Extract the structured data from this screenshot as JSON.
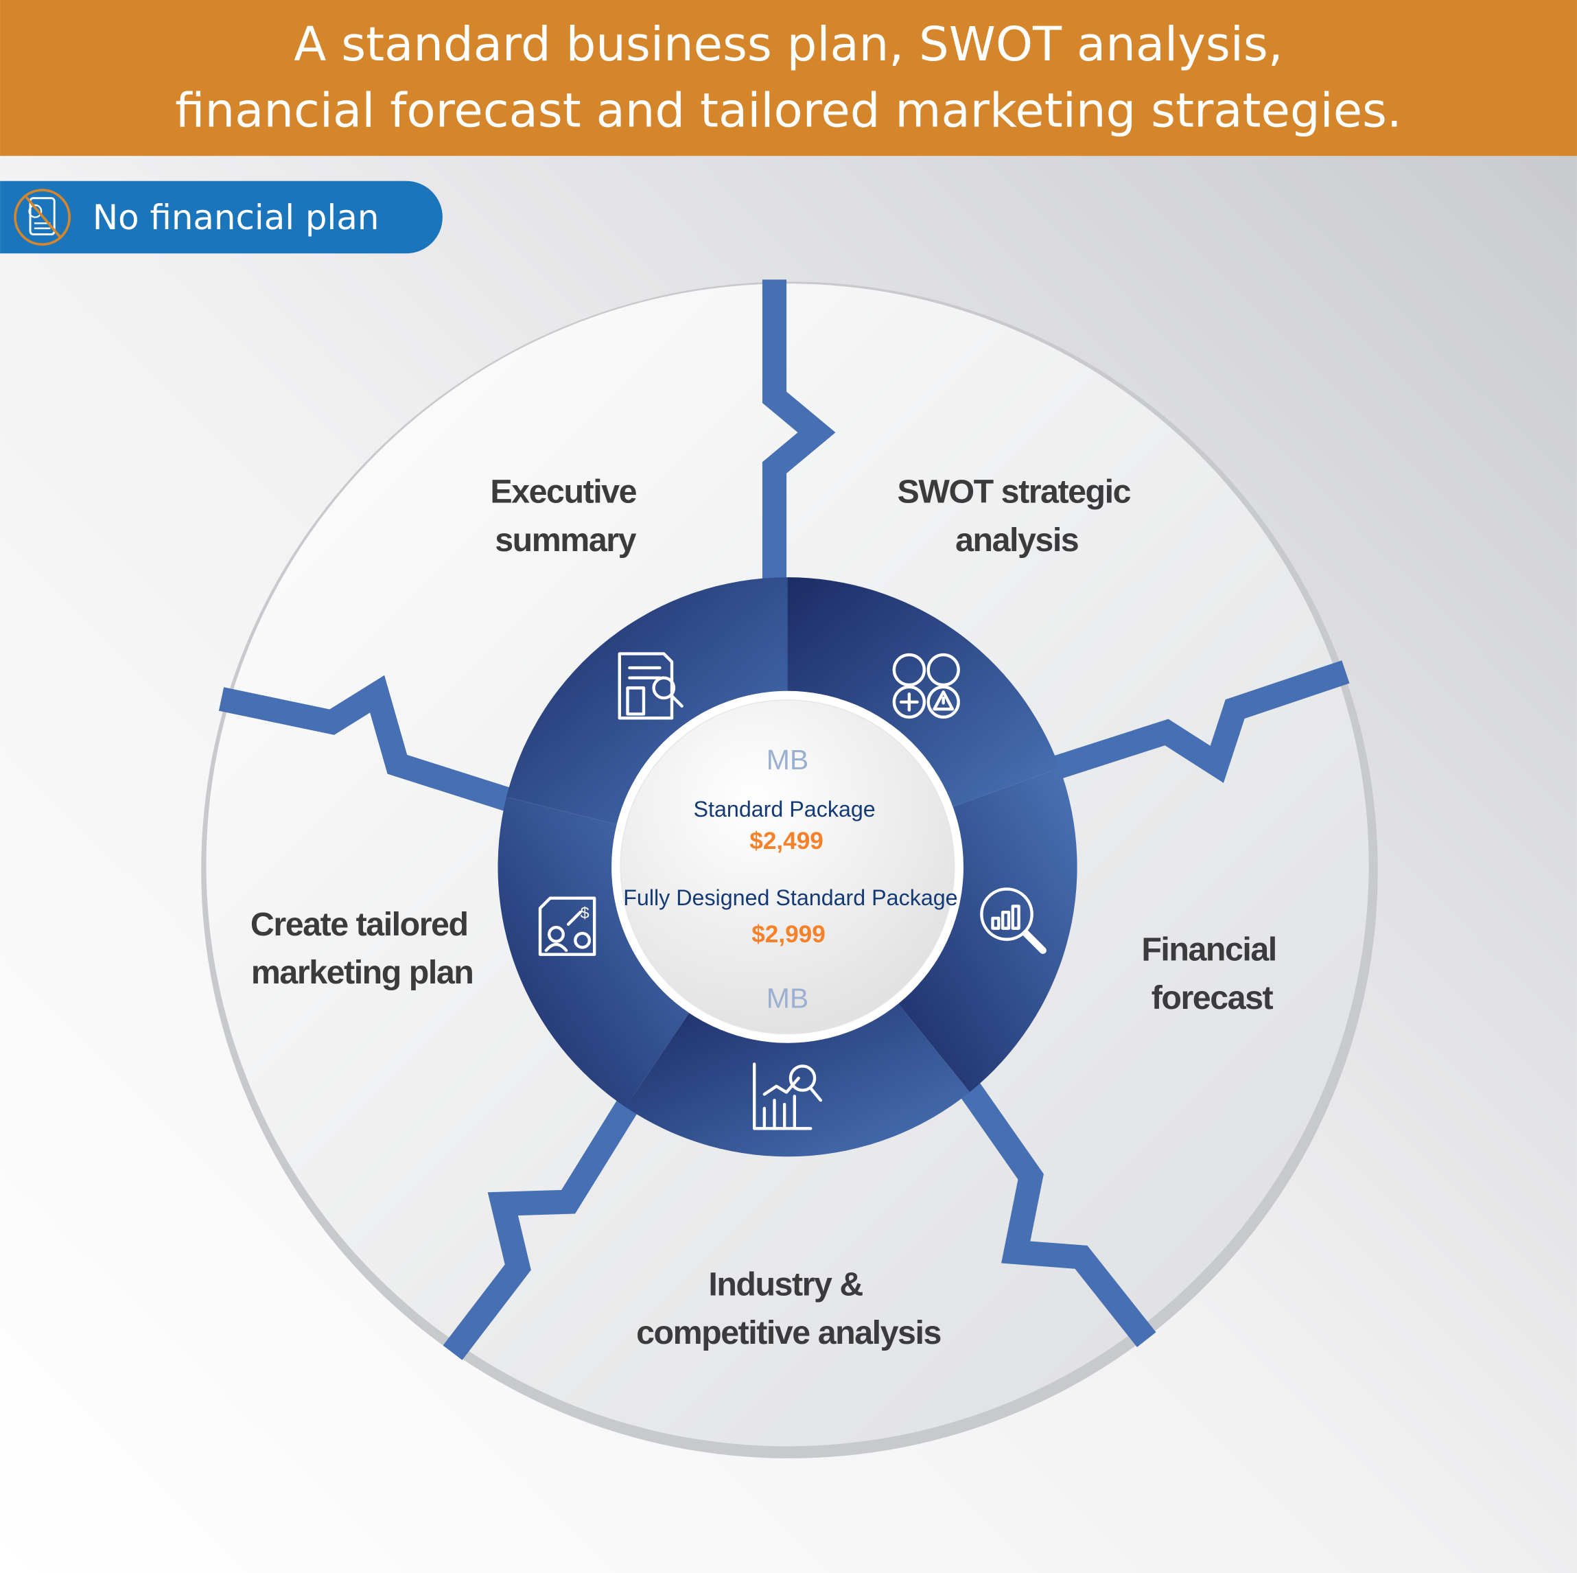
{
  "header": {
    "line1": "A standard business plan, SWOT analysis,",
    "line2": "financial forecast and tailored marketing strategies."
  },
  "badge": {
    "label": "No financial plan",
    "icon": "no-financial-plan-icon"
  },
  "segments": [
    {
      "line1": "Executive",
      "line2": "summary",
      "icon": "document-search-icon"
    },
    {
      "line1": "SWOT strategic",
      "line2": "analysis",
      "icon": "swot-icon"
    },
    {
      "line1": "Financial",
      "line2": "forecast",
      "icon": "chart-magnifier-icon"
    },
    {
      "line1": "Industry &",
      "line2": "competitive analysis",
      "icon": "analytics-chart-icon"
    },
    {
      "line1": "Create tailored",
      "line2": "marketing plan",
      "icon": "marketing-plan-icon"
    }
  ],
  "center": {
    "logo": "MB",
    "package1": {
      "name": "Standard Package",
      "price": "$2,499"
    },
    "package2": {
      "name": "Fully Designed Standard Package",
      "price": "$2,999"
    }
  },
  "colors": {
    "header": "#D6862A",
    "badge": "#1B75BB",
    "ring_dark": "#1F3068",
    "ring_light": "#4670B3",
    "price": "#F5822A",
    "package": "#143A75"
  }
}
